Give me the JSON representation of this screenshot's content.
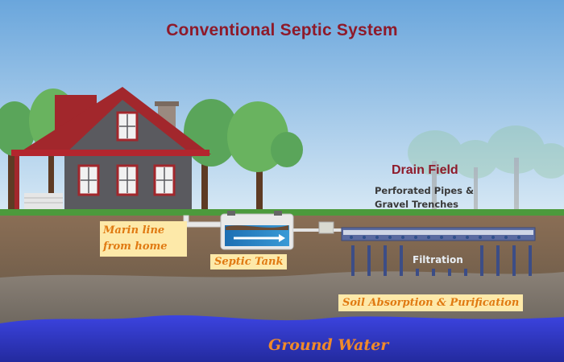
{
  "title": "Conventional Septic System",
  "drain_field": {
    "title": "Drain Field",
    "subtitle_line1": "Perforated Pipes &",
    "subtitle_line2": "Gravel Trenches"
  },
  "labels": {
    "main_line_1": "Marin line",
    "main_line_2": "from home",
    "septic_tank": "Septic Tank",
    "filtration": "Filtration",
    "soil": "Soil Absorption & Purification",
    "ground_water": "Ground Water"
  },
  "colors": {
    "title": "#8e1a2a",
    "label_bg": "#fde9a9",
    "label_text": "#e07a12",
    "ground_water": "#2f36c9"
  }
}
